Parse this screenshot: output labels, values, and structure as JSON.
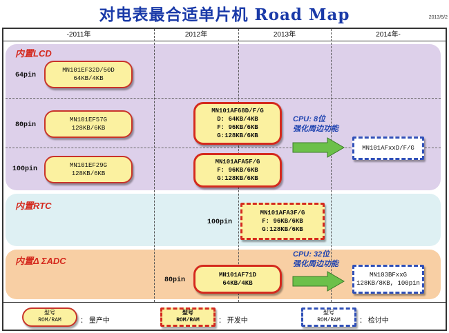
{
  "header": {
    "title": "对电表最合适单片机 Road Map",
    "date": "2013/5/2"
  },
  "timeline": {
    "years": [
      "-2011年",
      "2012年",
      "2013年",
      "2014年-"
    ]
  },
  "lcd": {
    "label": "内置LCD",
    "rows": [
      {
        "pin": "64pin",
        "chip": {
          "name": "MN101EF32D/50D",
          "spec": "64KB/4KB"
        }
      },
      {
        "pin": "80pin",
        "chip": {
          "name": "MN101EF57G",
          "spec": "128KB/6KB"
        }
      },
      {
        "pin": "100pin",
        "chip": {
          "name": "MN101EF29G",
          "spec": "128KB/6KB"
        }
      }
    ],
    "dev_80": {
      "name": "MN101AF68D/F/G",
      "l1": "D: 64KB/4KB",
      "l2": "F: 96KB/6KB",
      "l3": "G:128KB/6KB"
    },
    "dev_100": {
      "name": "MN101AFA5F/G",
      "l1": "F: 96KB/6KB",
      "l2": "G:128KB/6KB"
    },
    "note1": "CPU: 8位",
    "note2": "强化周边功能",
    "plan": "MN101AFxxD/F/G"
  },
  "rtc": {
    "label": "内置RTC",
    "pin": "100pin",
    "chip": {
      "name": "MN101AFA3F/G",
      "l1": "F: 96KB/6KB",
      "l2": "G:128KB/6KB"
    }
  },
  "adc": {
    "label": "内置Δ ΣADC",
    "pin": "80pin",
    "chip": {
      "name": "MN101AF71D",
      "spec": "64KB/4KB"
    },
    "note1": "CPU: 32位",
    "note2": "强化周边功能",
    "plan": {
      "name": "MN103BFxxG",
      "spec": "128KB/8KB, 100pin"
    }
  },
  "legend": {
    "chip_l1": "型号",
    "chip_l2": "ROM/RAM",
    "mass": "： 量产中",
    "dev": "： 开发中",
    "plan": "： 检讨中"
  },
  "colors": {
    "lcd_zone": "#ddd0ea",
    "rtc_zone": "#def0f3",
    "adc_zone": "#f8cfa4",
    "chip_fill": "#fbf1a0",
    "arrow": "#6cc04a"
  }
}
